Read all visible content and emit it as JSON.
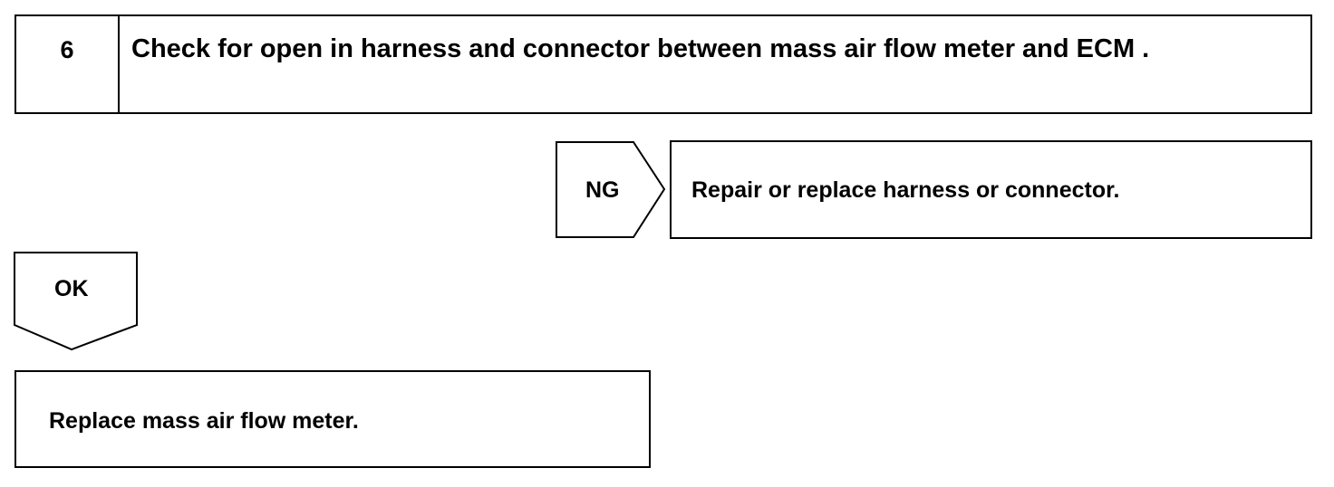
{
  "step": {
    "number": "6",
    "title": "Check for open in harness and connector between mass air flow meter and ECM ."
  },
  "branches": {
    "ng": {
      "tag": "NG",
      "action": "Repair or replace harness or connector."
    },
    "ok": {
      "tag": "OK",
      "action": "Replace mass air flow meter."
    }
  },
  "colors": {
    "line": "#000000",
    "background": "#ffffff"
  }
}
